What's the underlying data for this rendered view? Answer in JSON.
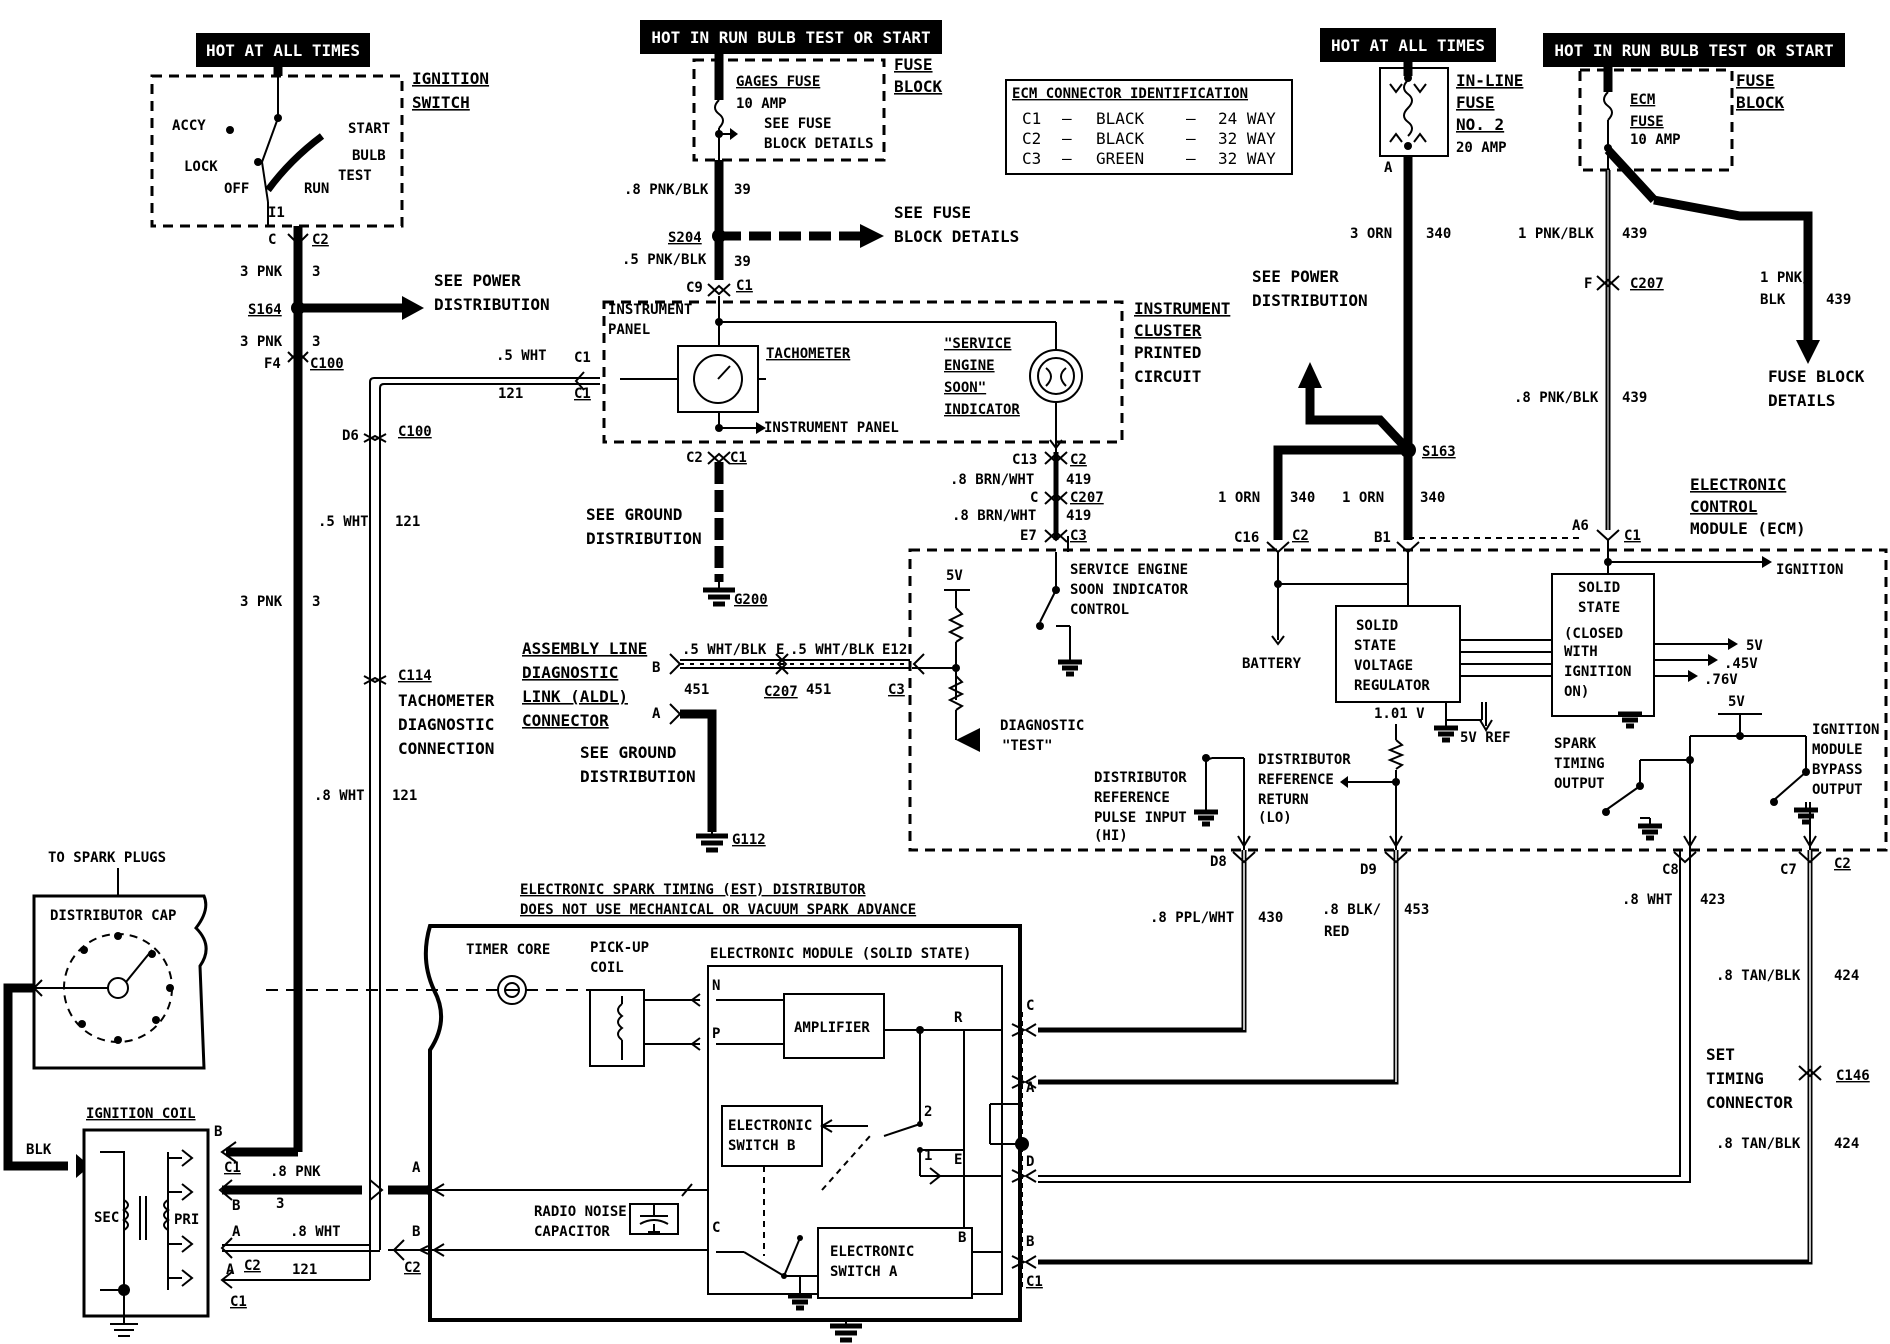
{
  "headers": {
    "hot_all_left": "HOT AT ALL TIMES",
    "hot_run_center": "HOT IN RUN  BULB TEST OR START",
    "hot_all_right": "HOT AT ALL TIMES",
    "hot_run_right": "HOT IN RUN BULB TEST OR START"
  },
  "ignition_switch": {
    "title1": "IGNITION",
    "title2": "SWITCH",
    "accy": "ACCY",
    "lock": "LOCK",
    "off": "OFF",
    "run": "RUN",
    "start": "START",
    "bulb": "BULB",
    "test": "TEST",
    "i1": "I1",
    "c": "C",
    "c2": "C2"
  },
  "gages_fuse": {
    "name": "GAGES FUSE",
    "amp": "10 AMP",
    "see1": "SEE FUSE",
    "see2": "BLOCK DETAILS",
    "fuse": "FUSE",
    "block": "BLOCK"
  },
  "ecm_connector": {
    "title": "ECM CONNECTOR IDENTIFICATION",
    "rows": [
      {
        "c": "C1",
        "color": "BLACK",
        "ways": "24 WAY"
      },
      {
        "c": "C2",
        "color": "BLACK",
        "ways": "32 WAY"
      },
      {
        "c": "C3",
        "color": "GREEN",
        "ways": "32 WAY"
      }
    ]
  },
  "inline_fuse": {
    "l1": "IN-LINE",
    "l2": "FUSE",
    "l3": "NO. 2",
    "l4": "20 AMP",
    "a": "A"
  },
  "ecm_fuse": {
    "l1": "ECM",
    "l2": "FUSE",
    "l3": "10 AMP",
    "fuse": "FUSE",
    "block": "BLOCK"
  },
  "left_wires": {
    "pnk3a": "3 PNK",
    "n3a": "3",
    "s164": "S164",
    "see_power1": "SEE POWER",
    "see_power2": "DISTRIBUTION",
    "pnk3b": "3 PNK",
    "n3b": "3",
    "f4": "F4",
    "c100a": "C100",
    "wht5": ".5 WHT",
    "n121": "121",
    "pnk3c": "3 PNK",
    "n3c": "3",
    "d6": "D6",
    "c100b": "C100",
    "c114": "C114",
    "tach1": "TACHOMETER",
    "tach2": "DIAGNOSTIC",
    "tach3": "CONNECTION",
    "wht8": ".8 WHT",
    "n121b": "121"
  },
  "center_wires": {
    "pnkblk8": ".8 PNK/BLK",
    "n39a": "39",
    "s204": "S204",
    "see_fuse1": "SEE FUSE",
    "see_fuse2": "BLOCK DETAILS",
    "pnkblk5": ".5 PNK/BLK",
    "n39b": "39",
    "c9": "C9",
    "c1a": "C1",
    "wht5": ".5 WHT",
    "n121": "121",
    "c1b": "C1",
    "c1c": "C1"
  },
  "instrument_panel": {
    "ip1": "INSTRUMENT",
    "ip2": "PANEL",
    "tach": "TACHOMETER",
    "ses1": "\"SERVICE",
    "ses2": "ENGINE",
    "ses3": "SOON\"",
    "ses4": "INDICATOR",
    "ipbottom": "INSTRUMENT PANEL",
    "cluster1": "INSTRUMENT",
    "cluster2": "CLUSTER",
    "cluster3": "PRINTED",
    "cluster4": "CIRCUIT",
    "c2": "C2",
    "c1": "C1",
    "c13": "C13",
    "c2b": "C2"
  },
  "ground": {
    "see1": "SEE GROUND",
    "see2": "DISTRIBUTION",
    "g200": "G200",
    "see3": "SEE GROUND",
    "see4": "DISTRIBUTION",
    "g112": "G112"
  },
  "brn_wires": {
    "brnwht1": ".8 BRN/WHT",
    "n419a": "419",
    "c": "C",
    "c207": "C207",
    "brnwht2": ".8 BRN/WHT",
    "n419b": "419",
    "e7": "E7",
    "c3": "C3"
  },
  "aldl": {
    "l1": "ASSEMBLY LINE",
    "l2": "DIAGNOSTIC",
    "l3": "LINK (ALDL)",
    "l4": "CONNECTOR",
    "b": "B",
    "a": "A",
    "wire1": ".5 WHT/BLK",
    "e": "E",
    "wire2": ".5 WHT/BLK",
    "e12": "E12",
    "n451a": "451",
    "c207": "C207",
    "n451b": "451",
    "c3": "C3"
  },
  "right_power": {
    "orn3": "3 ORN",
    "n340": "340",
    "see1": "SEE POWER",
    "see2": "DISTRIBUTION",
    "s163": "S163",
    "orn1a": "1 ORN",
    "n340a": "340",
    "orn1b": "1 ORN",
    "n340b": "340",
    "c16": "C16",
    "c2": "C2",
    "b1": "B1",
    "pnkblk1": "1 PNK/BLK",
    "n439a": "439",
    "f": "F",
    "c207": "C207",
    "pnkblk8": ".8 PNK/BLK",
    "n439b": "439",
    "a6": "A6",
    "c1": "C1",
    "fbpnk1": "1 PNK/",
    "fbblk": "BLK",
    "n439c": "439",
    "fbd1": "FUSE BLOCK",
    "fbd2": "DETAILS"
  },
  "ecm": {
    "title1": "ELECTRONIC",
    "title2": "CONTROL",
    "title3": "MODULE (ECM)",
    "ignition": "IGNITION",
    "v5a": "5V",
    "ses1": "SERVICE ENGINE",
    "ses2": "SOON INDICATOR",
    "ses3": "CONTROL",
    "battery": "BATTERY",
    "reg1": "SOLID",
    "reg2": "STATE",
    "reg3": "VOLTAGE",
    "reg4": "REGULATOR",
    "ss1": "SOLID",
    "ss2": "STATE",
    "ss3": "(CLOSED",
    "ss4": "WITH",
    "ss5": "IGNITION",
    "ss6": "ON)",
    "v5b": "5V",
    "v45": ".45V",
    "v76": ".76V",
    "v101": "1.01 V",
    "v5ref": "5V REF",
    "diag1": "DIAGNOSTIC",
    "diag2": "\"TEST\"",
    "dr1": "DISTRIBUTOR",
    "dr2": "REFERENCE",
    "dr3": "PULSE INPUT",
    "dr4": "(HI)",
    "drr1": "DISTRIBUTOR",
    "drr2": "REFERENCE",
    "drr3": "RETURN",
    "drr4": "(LO)",
    "st1": "SPARK",
    "st2": "TIMING",
    "st3": "OUTPUT",
    "v5c": "5V",
    "imb1": "IGNITION",
    "imb2": "MODULE",
    "imb3": "BYPASS",
    "imb4": "OUTPUT",
    "d8": "D8",
    "d9": "D9",
    "c8": "C8",
    "c7": "C7",
    "c2": "C2"
  },
  "lower_wires": {
    "ppl": ".8 PPL/WHT",
    "n430": "430",
    "blk1": ".8 BLK/",
    "blk2": "RED",
    "n453": "453",
    "wht8": ".8 WHT",
    "n423": "423",
    "tan1": ".8 TAN/BLK",
    "n424a": "424",
    "set1": "SET",
    "set2": "TIMING",
    "set3": "CONNECTOR",
    "c146": "C146",
    "tan2": ".8 TAN/BLK",
    "n424b": "424"
  },
  "distributor": {
    "to_plugs": "TO SPARK PLUGS",
    "cap": "DISTRIBUTOR CAP",
    "est1": "ELECTRONIC SPARK TIMING (EST) DISTRIBUTOR",
    "est2": "DOES NOT USE MECHANICAL OR VACUUM SPARK ADVANCE",
    "timer": "TIMER CORE",
    "pickup1": "PICK-UP",
    "pickup2": "COIL",
    "module": "ELECTRONIC MODULE (SOLID STATE)",
    "amp": "AMPLIFIER",
    "swb1": "ELECTRONIC",
    "swb2": "SWITCH B",
    "swa1": "ELECTRONIC",
    "swa2": "SWITCH A",
    "radio1": "RADIO NOISE",
    "radio2": "CAPACITOR",
    "n": "N",
    "p": "P",
    "r": "R",
    "b": "B",
    "c": "C",
    "e": "E",
    "one": "1",
    "two": "2",
    "pc": "C",
    "pa": "A",
    "pd": "D",
    "pb": "B",
    "c1": "C1",
    "a": "A",
    "b2": "B",
    "c2": "C2"
  },
  "coil": {
    "title": "IGNITION COIL",
    "blk": "BLK",
    "sec": "SEC",
    "pri": "PRI",
    "b": "B",
    "c1": "C1",
    "pnk": ".8 PNK",
    "n3": "3",
    "b2": "B",
    "a": "A",
    "wht": ".8 WHT",
    "a2": "A",
    "c2": "C2",
    "n121": "121",
    "c1b": "C1"
  }
}
